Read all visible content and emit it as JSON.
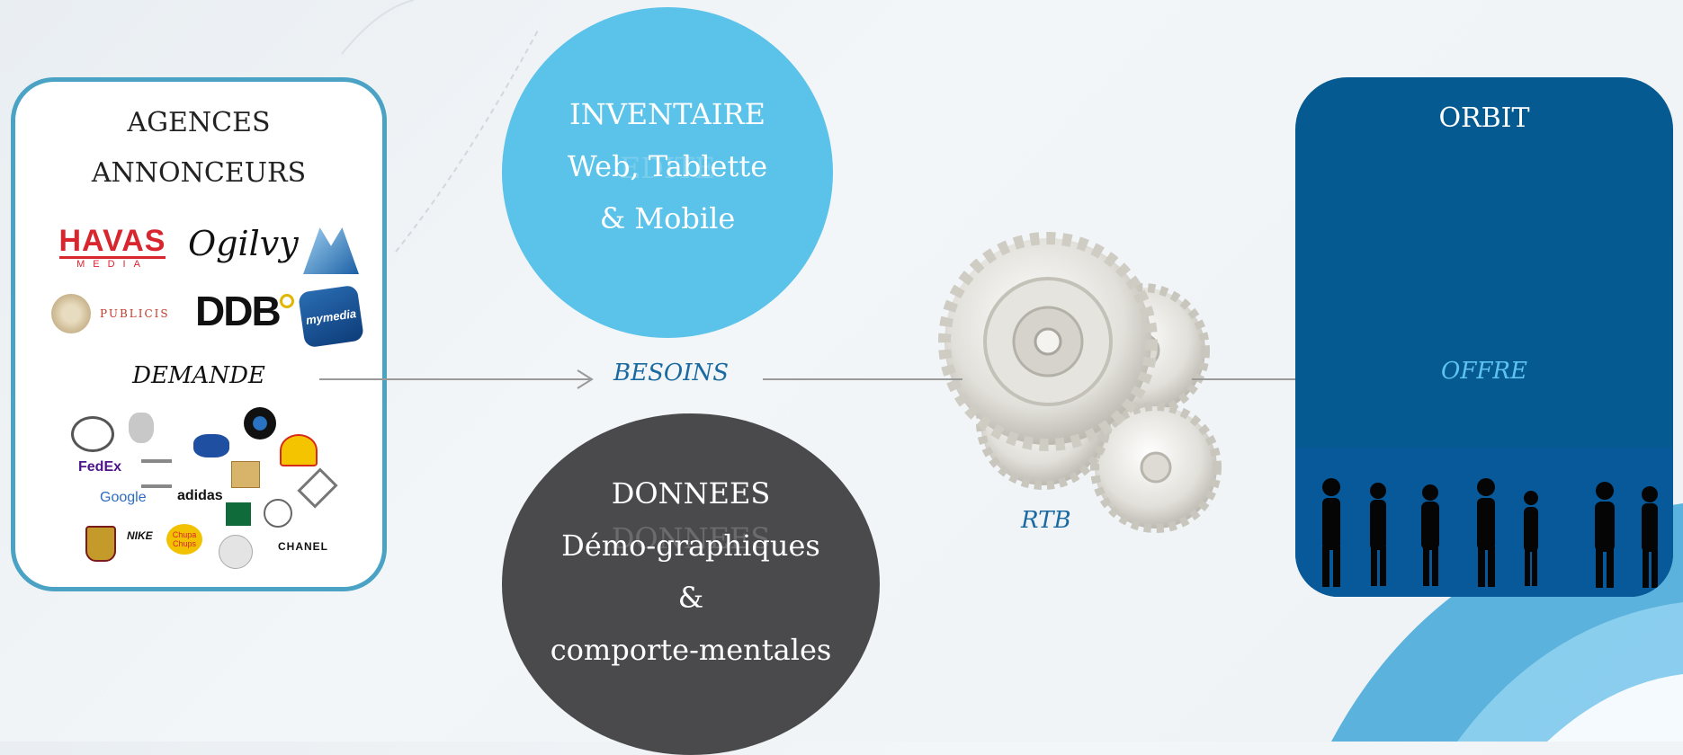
{
  "agencies": {
    "title_line1": "AGENCES",
    "title_line2": "ANNONCEURS",
    "demand_label": "DEMANDE",
    "agency_logos": {
      "havas": "HAVAS",
      "havas_sub": "MEDIA",
      "ogilvy": "Ogilvy",
      "publicis": "PUBLICIS",
      "ddb": "DDB",
      "mymedia": "mymedia"
    },
    "brand_logos": {
      "fedex": "FedEx",
      "google": "Google",
      "adidas": "adidas",
      "nike": "NIKE",
      "chupa": "Chupa Chups",
      "chanel": "CHANEL"
    }
  },
  "inventaire": {
    "line1": "INVENTAIRE",
    "line2": "Web, Tablette",
    "line3": "& Mobile",
    "ghost": "EDITE"
  },
  "donnees": {
    "line1": "DONNEES",
    "line2": "Démo-graphiques",
    "line3": "&",
    "line4": "comporte-mentales",
    "ghost": "DONNEES"
  },
  "flow": {
    "besoins_label": "BESOINS",
    "rtb_label": "RTB",
    "offre_label": "OFFRE"
  },
  "orbit": {
    "title": "ORBIT"
  },
  "colors": {
    "agencies_border": "#4aa3c4",
    "inventaire_fill": "#5bc2ea",
    "donnees_fill": "#4a4a4c",
    "orbit_fill": "#055b91",
    "flow_label": "#1a6aa1",
    "offre_label": "#5fc3f0",
    "arrow": "#9a9a9a"
  },
  "icons": [
    "gear-icon",
    "person-silhouette-icon"
  ]
}
